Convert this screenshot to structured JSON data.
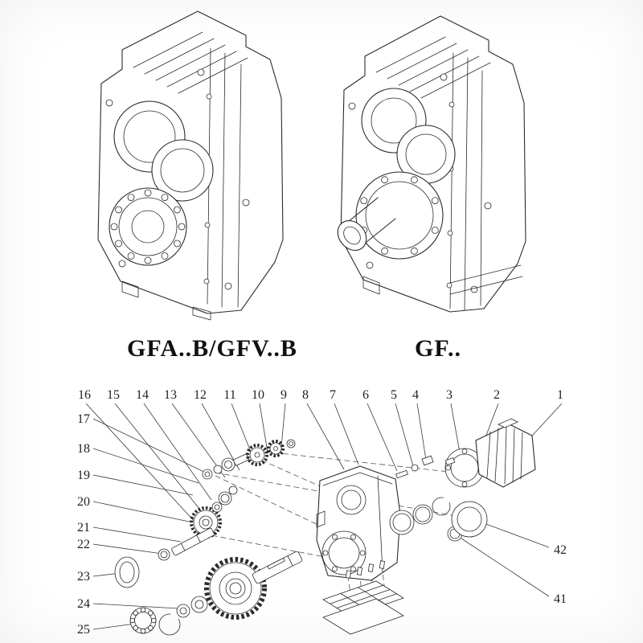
{
  "models": {
    "left_label": "GFA..B/GFV..B",
    "right_label": "GF.."
  },
  "exploded": {
    "callouts_top": [
      "16",
      "15",
      "14",
      "13",
      "12",
      "11",
      "10",
      "9",
      "8",
      "7",
      "6",
      "5",
      "4",
      "3",
      "2",
      "1"
    ],
    "callouts_left": [
      "17",
      "18",
      "19",
      "20",
      "21",
      "22",
      "23",
      "24",
      "25"
    ],
    "callouts_right": [
      "42",
      "41"
    ]
  },
  "colors": {
    "line": "#2b2b2b",
    "background": "#ffffff"
  }
}
